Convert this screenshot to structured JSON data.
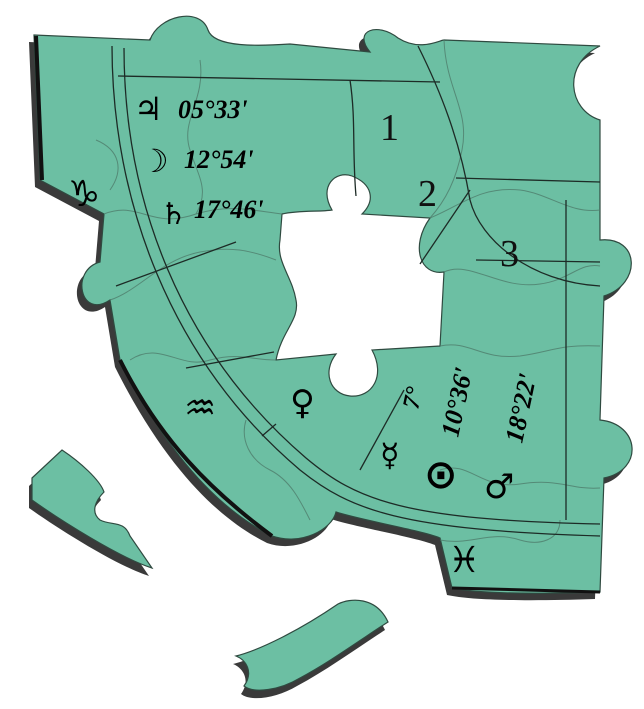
{
  "colors": {
    "piece": "#6cbfa3",
    "outline": "#2f4a40",
    "shadow": "#3a3a3a",
    "ink": "#000000"
  },
  "house_numbers": [
    "1",
    "2",
    "3"
  ],
  "signs": [
    {
      "icon": "capricorn-sign-icon",
      "glyph": "♑"
    },
    {
      "icon": "aquarius-sign-icon",
      "glyph": "♒"
    },
    {
      "icon": "pisces-sign-icon",
      "glyph": "♓"
    }
  ],
  "planets": [
    {
      "icon": "jupiter-icon",
      "glyph": "♃",
      "degree": "05°33'"
    },
    {
      "icon": "moon-icon",
      "glyph": "☽",
      "degree": "12°54'"
    },
    {
      "icon": "saturn-icon",
      "glyph": "♄",
      "degree": "17°46'"
    },
    {
      "icon": "venus-icon",
      "glyph": "♀",
      "degree": ""
    },
    {
      "icon": "mercury-icon",
      "glyph": "☿",
      "degree": "7°"
    },
    {
      "icon": "sun-icon",
      "glyph": "⊙",
      "degree": "10°36'"
    },
    {
      "icon": "mars-icon",
      "glyph": "♂",
      "degree": "18°22'"
    }
  ]
}
